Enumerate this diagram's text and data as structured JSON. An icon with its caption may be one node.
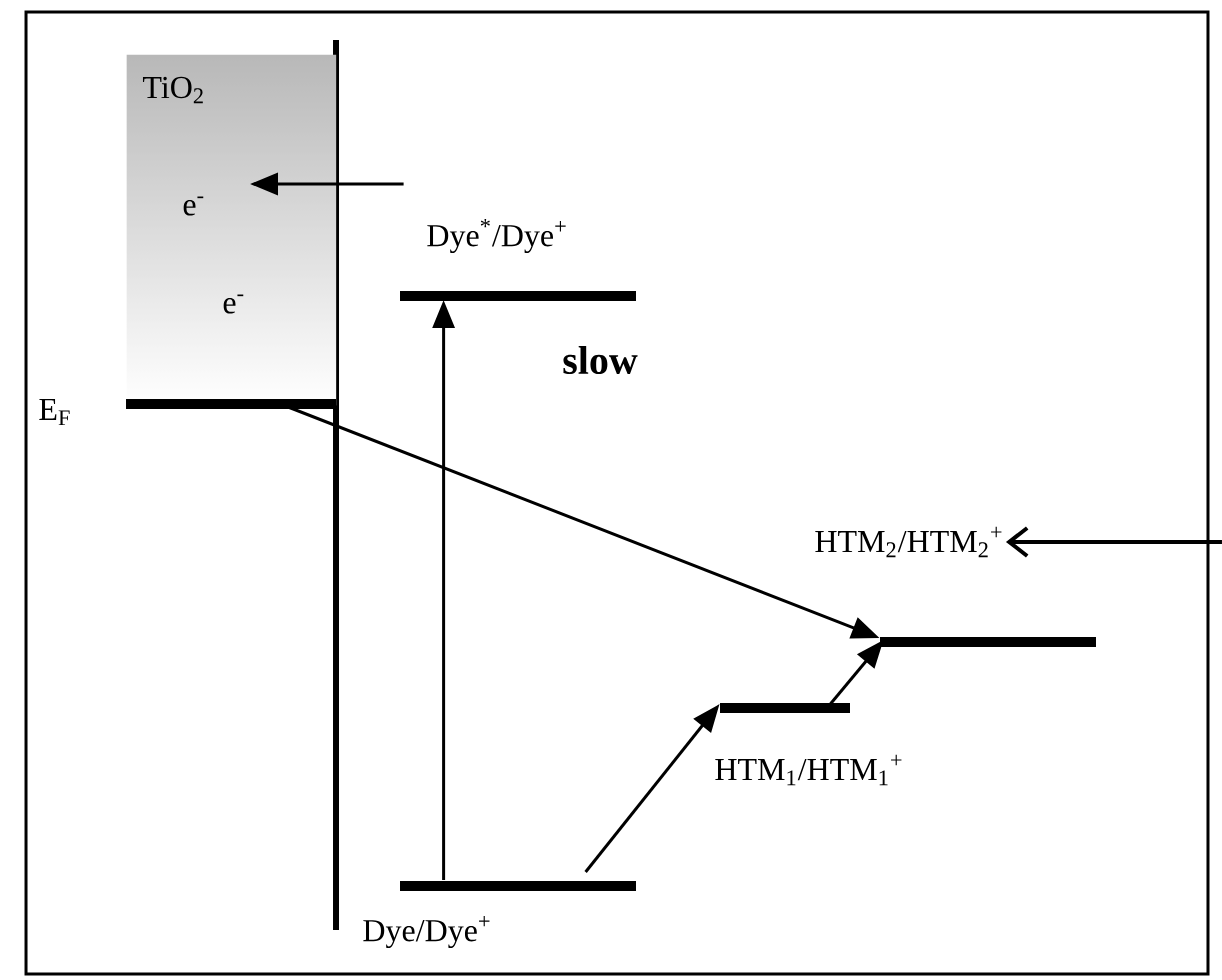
{
  "diagram": {
    "nodes": [
      {
        "text": [
          "TiO$_{2}$",
          "e$^{-}$",
          "e$^{-}$"
        ]
      },
      {
        "text": [
          "E$_{F}$"
        ]
      },
      {
        "text": [
          "Dye$^{*}$/Dye$^{+}$"
        ]
      },
      {
        "text": [
          "Dye/Dye$^{+}$"
        ]
      },
      {
        "text": [
          "HTM$_{1}$/HTM$_{1}$$^{+}$"
        ]
      },
      {
        "text": [
          "HTM$_{2}$/HTM$_{2}$$^{+}$"
        ]
      }
    ],
    "edges": [
      {
        "from": 2,
        "to": 0,
        "arrow": "to"
      },
      {
        "from": 3,
        "to": 2,
        "arrow": "to"
      },
      {
        "from": 1,
        "to": 5,
        "arrow": "to",
        "label": "slow"
      },
      {
        "from": 3,
        "to": 4,
        "arrow": "to"
      },
      {
        "from": 4,
        "to": 5,
        "arrow": "to"
      },
      {
        "from": null,
        "to": 5,
        "arrow": "to"
      }
    ]
  }
}
